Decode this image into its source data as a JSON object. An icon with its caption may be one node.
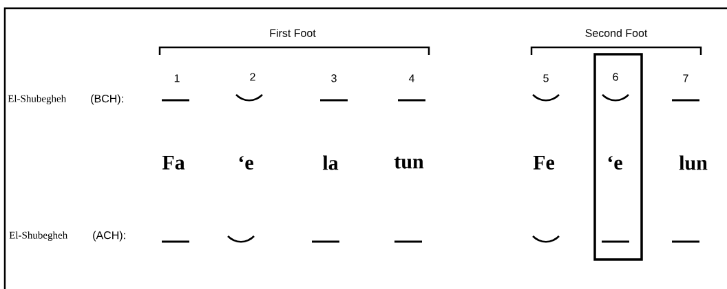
{
  "diagram": {
    "nodes": [
      {
        "text": [
          "6",
          "‘e"
        ]
      }
    ],
    "edges": [],
    "labels": [
      "First Foot",
      "Second Foot",
      "1",
      "2",
      "3",
      "4",
      "5",
      "7",
      "El-Shubegheh",
      "(BCH):",
      "Fa",
      "‘e",
      "la",
      "tun",
      "Fe",
      "lun",
      "El-Shubegheh",
      "(ACH):"
    ]
  }
}
